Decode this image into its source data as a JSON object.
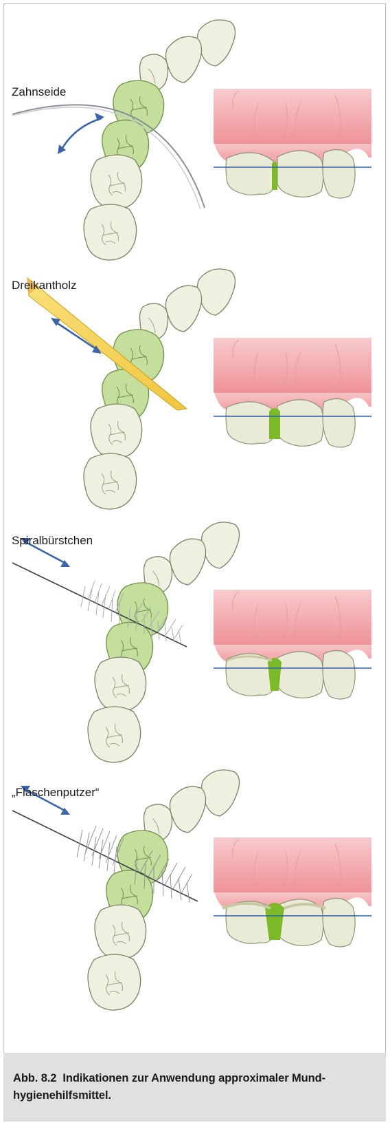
{
  "panels": [
    {
      "label": "Zahnseide",
      "tool": "floss"
    },
    {
      "label": "Dreikantholz",
      "tool": "wedge"
    },
    {
      "label": "Spiralbürstchen",
      "tool": "spiral-brush"
    },
    {
      "label": "„Flaschenputzer“",
      "tool": "bottle-brush"
    }
  ],
  "caption": {
    "number": "Abb. 8.2",
    "text": "Indikationen zur Anwendung approximaler Mund-hygienehilfsmittel."
  },
  "colors": {
    "tooth_fill": "#eef0e0",
    "tooth_stroke": "#7a8263",
    "highlight_tooth": "#c4de9c",
    "gum_top": "#f6c5c7",
    "gum_bottom": "#f08e93",
    "papilla": "#7dba2a",
    "gum_line": "#2b5fb0",
    "arrow": "#3b63a8",
    "wedge": "#f4d35e"
  }
}
